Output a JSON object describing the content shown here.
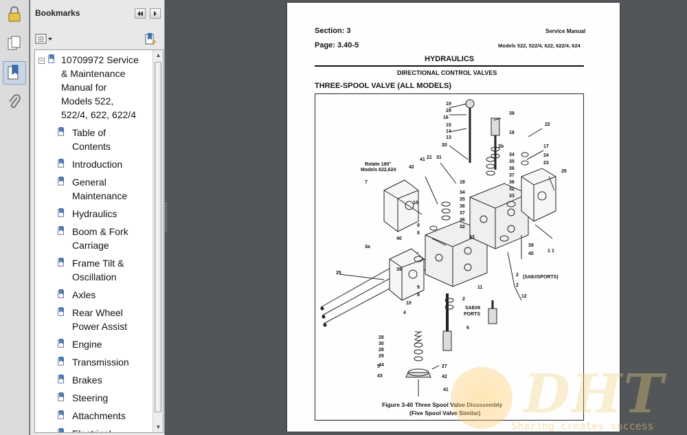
{
  "bookmarks": {
    "title": "Bookmarks",
    "items": [
      {
        "label_lines": [
          "10709972 Service",
          "& Maintenance",
          "Manual for",
          "Models 522,",
          "522/4, 622, 622/4"
        ],
        "expander": "−"
      },
      {
        "label_lines": [
          "Table of",
          "Contents"
        ]
      },
      {
        "label_lines": [
          "Introduction"
        ]
      },
      {
        "label_lines": [
          "General",
          "Maintenance"
        ]
      },
      {
        "label_lines": [
          "Hydraulics"
        ]
      },
      {
        "label_lines": [
          "Boom & Fork",
          "Carriage"
        ]
      },
      {
        "label_lines": [
          "Frame Tilt &",
          "Oscillation"
        ]
      },
      {
        "label_lines": [
          "Axles"
        ]
      },
      {
        "label_lines": [
          "Rear Wheel",
          "Power Assist"
        ]
      },
      {
        "label_lines": [
          "Engine"
        ]
      },
      {
        "label_lines": [
          "Transmission"
        ]
      },
      {
        "label_lines": [
          "Brakes"
        ]
      },
      {
        "label_lines": [
          "Steering"
        ]
      },
      {
        "label_lines": [
          "Attachments"
        ]
      },
      {
        "label_lines": [
          "Electrical"
        ]
      }
    ]
  },
  "document": {
    "section": "Section: 3",
    "page": "Page: 3.40-5",
    "manual": "Service Manual",
    "models": "Models 522, 522/4, 622, 622/4, 624",
    "heading": "HYDRAULICS",
    "subheading": "DIRECTIONAL CONTROL VALVES",
    "section_title": "THREE-SPOOL VALVE (ALL MODELS)",
    "figure_caption_1": "Figure 3-40  Three Spool Valve Disassembly",
    "figure_caption_2": "(Five Spool Valve Similar)",
    "callouts": {
      "rotate": [
        "Rotate 180°",
        "Models 622,624"
      ],
      "sae_sports": "(SAE#SPORTS)",
      "sae_ports": [
        "SAE#6",
        "PORTS"
      ],
      "labels": [
        {
          "t": "19"
        },
        {
          "t": "29"
        },
        {
          "t": "16"
        },
        {
          "t": "15"
        },
        {
          "t": "14"
        },
        {
          "t": "13"
        },
        {
          "t": "20"
        },
        {
          "t": "38"
        },
        {
          "t": "18"
        },
        {
          "t": "22"
        },
        {
          "t": "17"
        },
        {
          "t": "24"
        },
        {
          "t": "23"
        },
        {
          "t": "26"
        },
        {
          "t": "31"
        },
        {
          "t": "21"
        },
        {
          "t": "41"
        },
        {
          "t": "42"
        },
        {
          "t": "7"
        },
        {
          "t": "3b"
        },
        {
          "t": "34"
        },
        {
          "t": "35"
        },
        {
          "t": "36"
        },
        {
          "t": "37"
        },
        {
          "t": "36"
        },
        {
          "t": "32"
        },
        {
          "t": "33"
        },
        {
          "t": "18"
        },
        {
          "t": "34"
        },
        {
          "t": "35"
        },
        {
          "t": "36"
        },
        {
          "t": "37"
        },
        {
          "t": "36"
        },
        {
          "t": "32"
        },
        {
          "t": "10"
        },
        {
          "t": "9"
        },
        {
          "t": "8"
        },
        {
          "t": "40"
        },
        {
          "t": "39"
        },
        {
          "t": "40"
        },
        {
          "t": "1"
        },
        {
          "t": "3a"
        },
        {
          "t": "39"
        },
        {
          "t": "9"
        },
        {
          "t": "8"
        },
        {
          "t": "10"
        },
        {
          "t": "4"
        },
        {
          "t": "25"
        },
        {
          "t": "11"
        },
        {
          "t": "2"
        },
        {
          "t": "2"
        },
        {
          "t": "12"
        },
        {
          "t": "6"
        },
        {
          "t": "2"
        },
        {
          "t": "28"
        },
        {
          "t": "30"
        },
        {
          "t": "28"
        },
        {
          "t": "29"
        },
        {
          "t": "44"
        },
        {
          "t": "5"
        },
        {
          "t": "43"
        },
        {
          "t": "27"
        },
        {
          "t": "42"
        },
        {
          "t": "41"
        },
        {
          "t": "33"
        },
        {
          "t": "1"
        }
      ]
    }
  },
  "watermark": {
    "logo": "DHT",
    "tagline": "Sharing creates success"
  }
}
